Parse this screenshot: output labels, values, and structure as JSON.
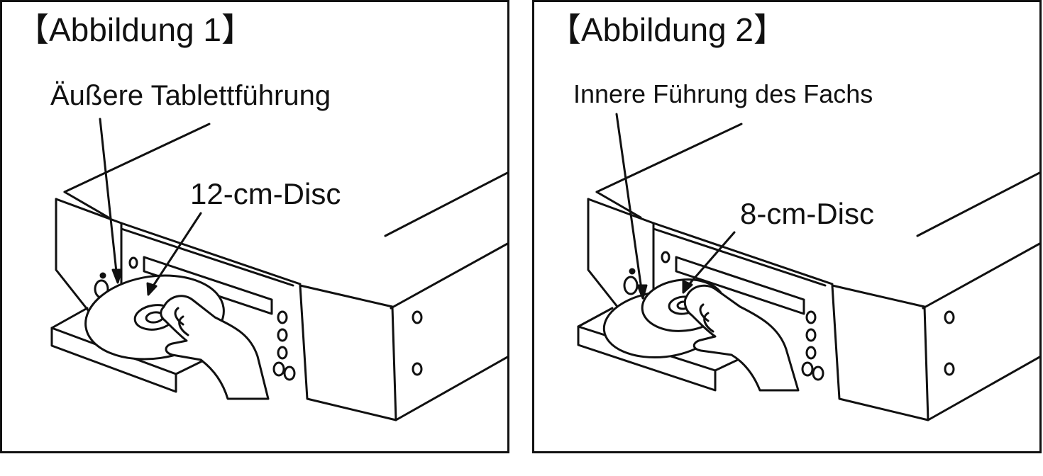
{
  "figures": [
    {
      "title": "【Abbildung 1】",
      "label_guide": "Äußere Tablettführung",
      "label_disc": "12-cm-Disc"
    },
    {
      "title": "【Abbildung 2】",
      "label_guide": "Innere Führung des Fachs",
      "label_disc": "8-cm-Disc"
    }
  ]
}
